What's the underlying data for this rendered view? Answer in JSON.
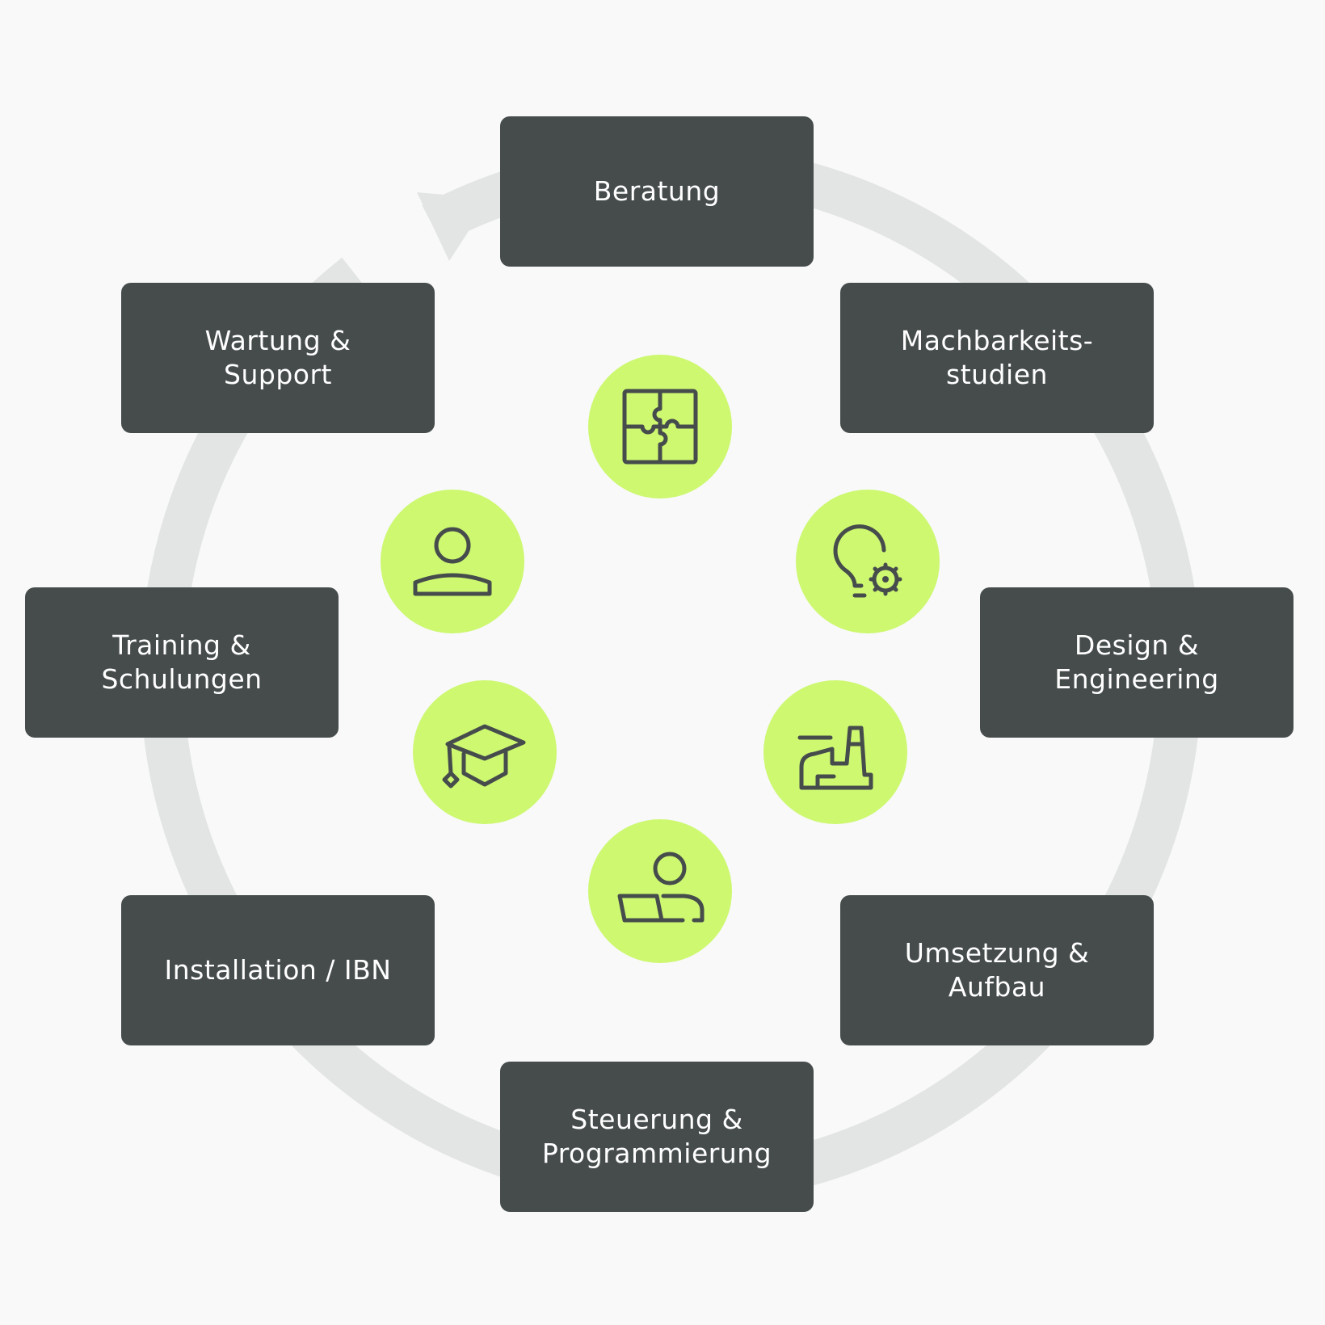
{
  "diagram": {
    "steps": [
      {
        "label": "Beratung"
      },
      {
        "label": "Machbarkeits-\nstudien"
      },
      {
        "label": "Design &\nEngineering"
      },
      {
        "label": "Umsetzung &\nAufbau"
      },
      {
        "label": "Steuerung &\nProgrammierung"
      },
      {
        "label": "Installation / IBN"
      },
      {
        "label": "Training &\nSchulungen"
      },
      {
        "label": "Wartung &\nSupport"
      }
    ],
    "icons": [
      {
        "name": "puzzle-icon"
      },
      {
        "name": "lightbulb-gear-icon"
      },
      {
        "name": "factory-icon"
      },
      {
        "name": "person-laptop-icon"
      },
      {
        "name": "graduation-cap-icon"
      },
      {
        "name": "person-icon"
      }
    ],
    "colors": {
      "background": "#f8f9f8",
      "box": "#464c4c",
      "box_text": "#ffffff",
      "ring": "#e3e5e5",
      "icon_circle": "#cdf870",
      "icon_stroke": "#464c4c"
    }
  }
}
